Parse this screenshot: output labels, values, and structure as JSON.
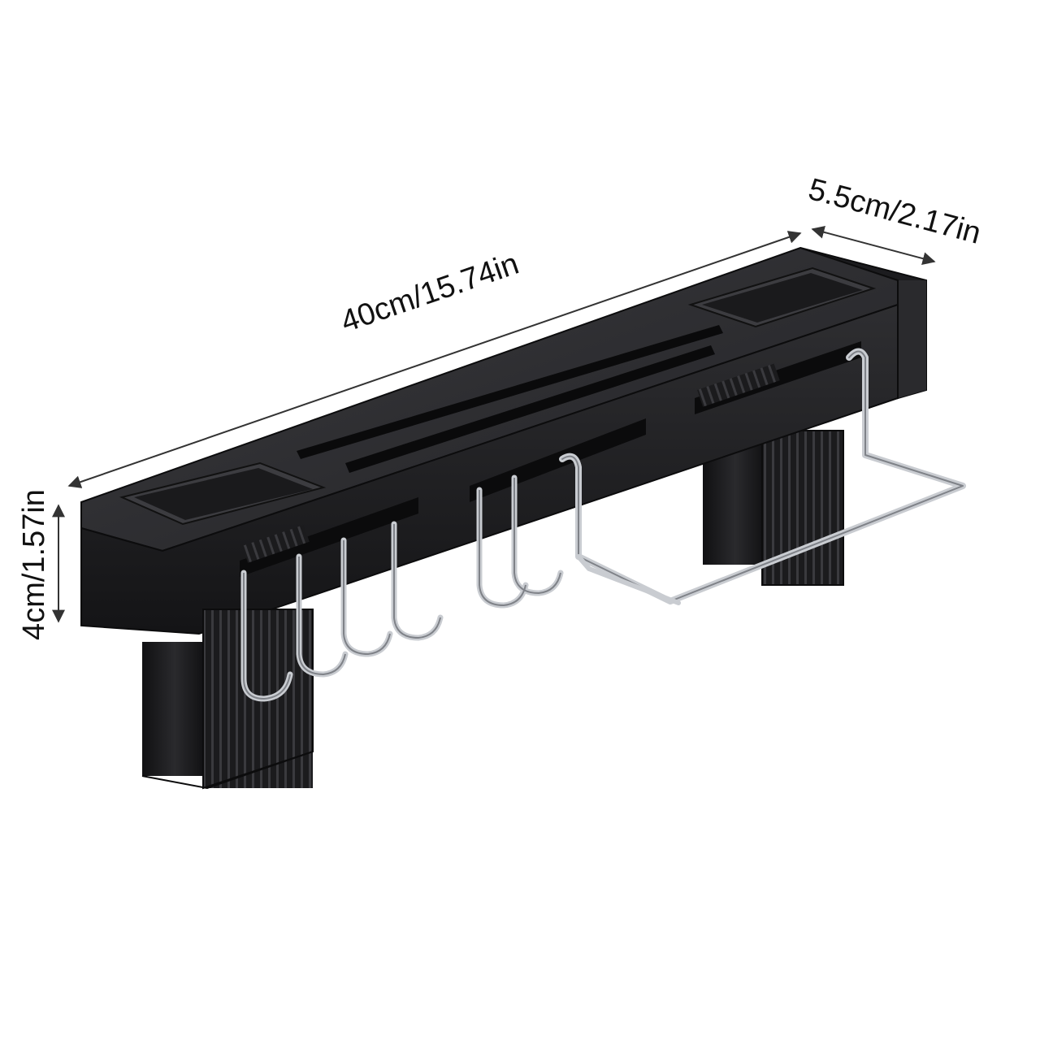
{
  "dimensions": {
    "length_label": "40cm/15.74in",
    "depth_label": "5.5cm/2.17in",
    "height_label": "4cm/1.57in"
  },
  "colors": {
    "rack_body": "#1a1a1c",
    "rack_top": "#2b2b2e",
    "rack_edge": "#3a3a3e",
    "chrome": "#c9ccd1",
    "dimension_line": "#333333"
  },
  "parts": {
    "hook_count": 6,
    "cup_holders": 2,
    "towel_bar": 1,
    "mounting_feet": 2
  }
}
